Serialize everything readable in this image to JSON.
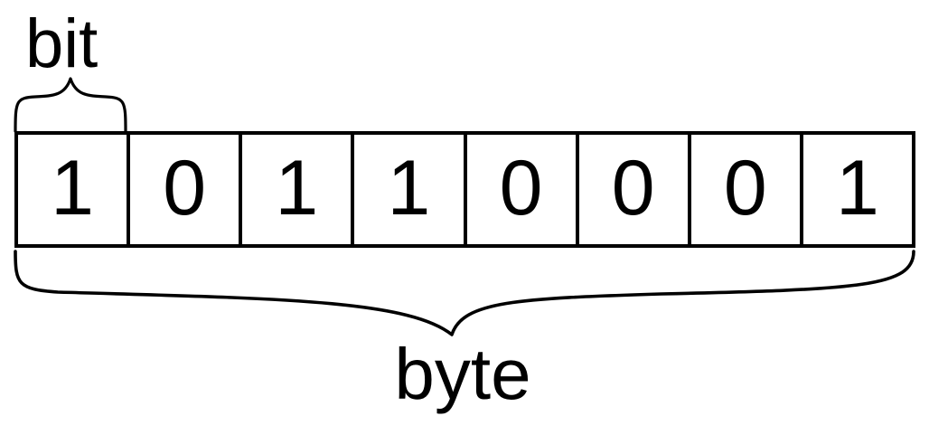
{
  "figure": {
    "title": "bit and byte diagram",
    "background_color": "#ffffff",
    "stroke_color": "#000000"
  },
  "labels": {
    "bit": "bit",
    "byte": "byte"
  },
  "byte": {
    "bit_count": 8,
    "binary_string": "10110001",
    "bits": [
      {
        "index": 0,
        "value": "1"
      },
      {
        "index": 1,
        "value": "0"
      },
      {
        "index": 2,
        "value": "1"
      },
      {
        "index": 3,
        "value": "1"
      },
      {
        "index": 4,
        "value": "0"
      },
      {
        "index": 5,
        "value": "0"
      },
      {
        "index": 6,
        "value": "0"
      },
      {
        "index": 7,
        "value": "1"
      }
    ]
  },
  "annotations": {
    "bit_brace": {
      "label": "bit",
      "spans_cells": 1,
      "position": "above",
      "target_bit_index": 0
    },
    "byte_brace": {
      "label": "byte",
      "spans_cells": 8,
      "position": "below"
    }
  }
}
